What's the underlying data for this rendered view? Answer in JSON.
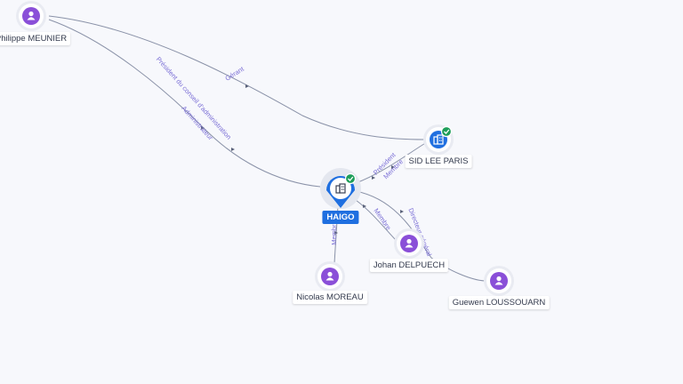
{
  "colors": {
    "person": "#8a4fd8",
    "company": "#1f6fe0",
    "verified": "#1e9e5a",
    "edge": "#8a92a8",
    "edge_label": "#7b6fd6",
    "background": "#f7f8fc"
  },
  "nodes": [
    {
      "id": "philippe",
      "type": "person",
      "icon": "person-icon",
      "label": "Philippe MEUNIER"
    },
    {
      "id": "sidlee",
      "type": "company",
      "icon": "building-icon",
      "label": "SID LEE PARIS",
      "verified": true
    },
    {
      "id": "haigo",
      "type": "company",
      "icon": "building-icon",
      "label": "HAIGO",
      "verified": true,
      "focus": true
    },
    {
      "id": "nicolas",
      "type": "person",
      "icon": "person-icon",
      "label": "Nicolas MOREAU"
    },
    {
      "id": "johan",
      "type": "person",
      "icon": "person-icon",
      "label": "Johan DELPUECH"
    },
    {
      "id": "guewen",
      "type": "person",
      "icon": "person-icon",
      "label": "Guewen LOUSSOUARN"
    }
  ],
  "edges": [
    {
      "id": "e1",
      "from": "philippe",
      "to": "sidlee",
      "label": "Gérant"
    },
    {
      "id": "e2",
      "from": "philippe",
      "to": "haigo",
      "label": "Président du conseil d'administration"
    },
    {
      "id": "e3",
      "from": "philippe",
      "to": "haigo",
      "label": "Administrateur"
    },
    {
      "id": "e4",
      "from": "sidlee",
      "to": "haigo",
      "label": "Président"
    },
    {
      "id": "e5",
      "from": "sidlee",
      "to": "haigo",
      "label": "Membre"
    },
    {
      "id": "e6",
      "from": "nicolas",
      "to": "haigo",
      "label": "Membre"
    },
    {
      "id": "e7",
      "from": "johan",
      "to": "haigo",
      "label": "Membre"
    },
    {
      "id": "e8",
      "from": "guewen",
      "to": "haigo",
      "label": "Directeur général"
    }
  ]
}
